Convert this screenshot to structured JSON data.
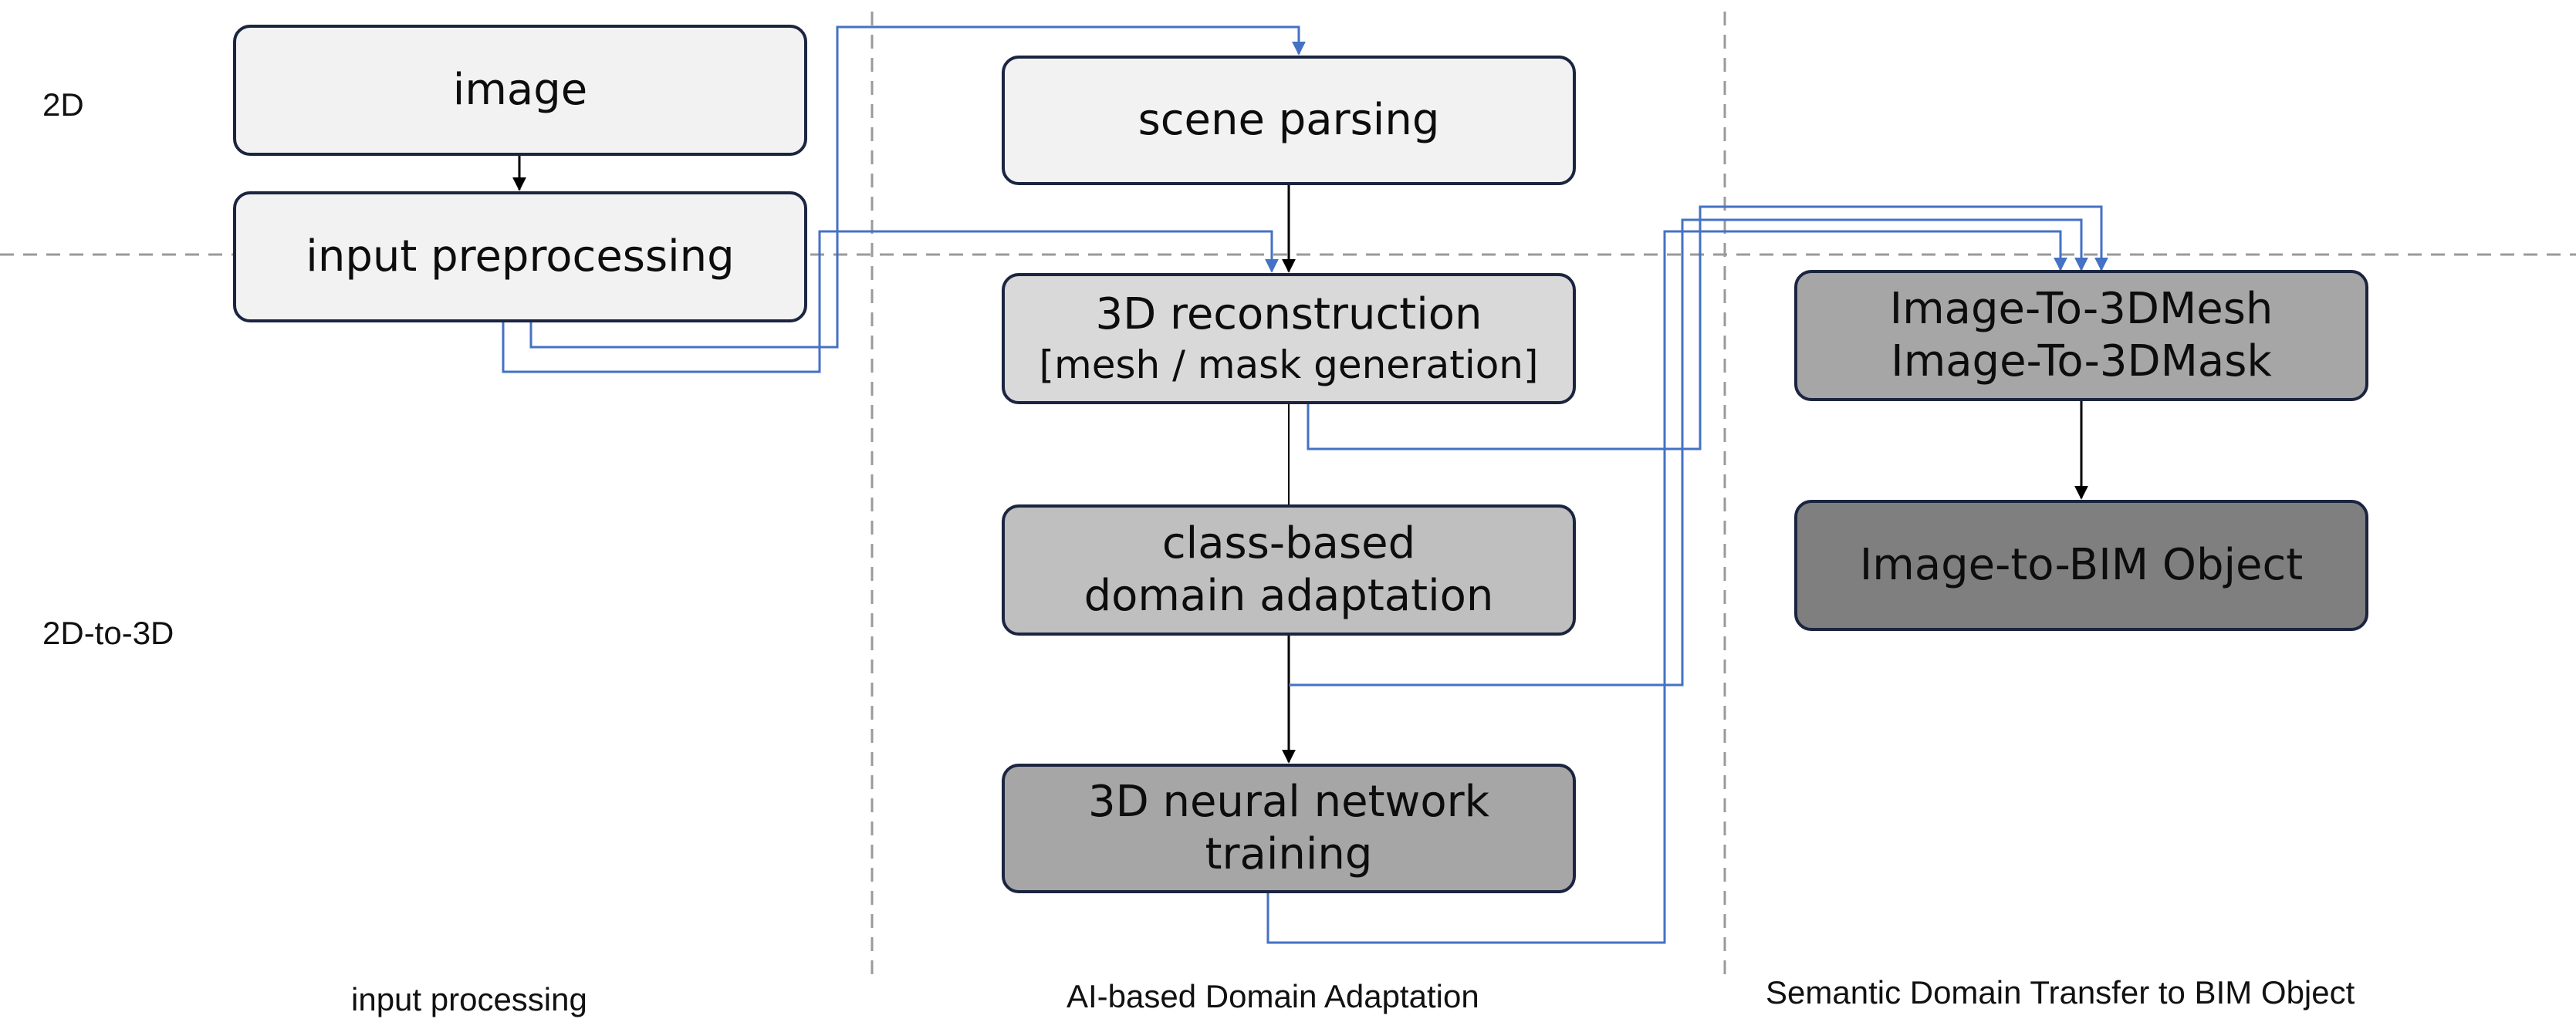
{
  "rows": {
    "top": "2D",
    "bottom": "2D-to-3D"
  },
  "columns": {
    "input": "input processing",
    "ai": "AI-based Domain Adaptation",
    "semantic": "Semantic Domain Transfer to BIM Object"
  },
  "nodes": {
    "image": "image",
    "input_preprocessing": "input preprocessing",
    "scene_parsing": "scene parsing",
    "reconstruction": {
      "line1": "3D reconstruction",
      "line2": "[mesh / mask generation]"
    },
    "class_based": {
      "line1": "class-based",
      "line2": "domain adaptation"
    },
    "nn_training": {
      "line1": "3D neural network",
      "line2": "training"
    },
    "image_to_3d": {
      "line1": "Image-To-3DMesh",
      "line2": "Image-To-3DMask"
    },
    "image_to_bim": "Image-to-BIM Object"
  },
  "colors": {
    "connector_blue": "#4472c4",
    "arrow_black": "#000000",
    "divider_gray": "#9a9a9a",
    "box_border": "#1b2540"
  }
}
